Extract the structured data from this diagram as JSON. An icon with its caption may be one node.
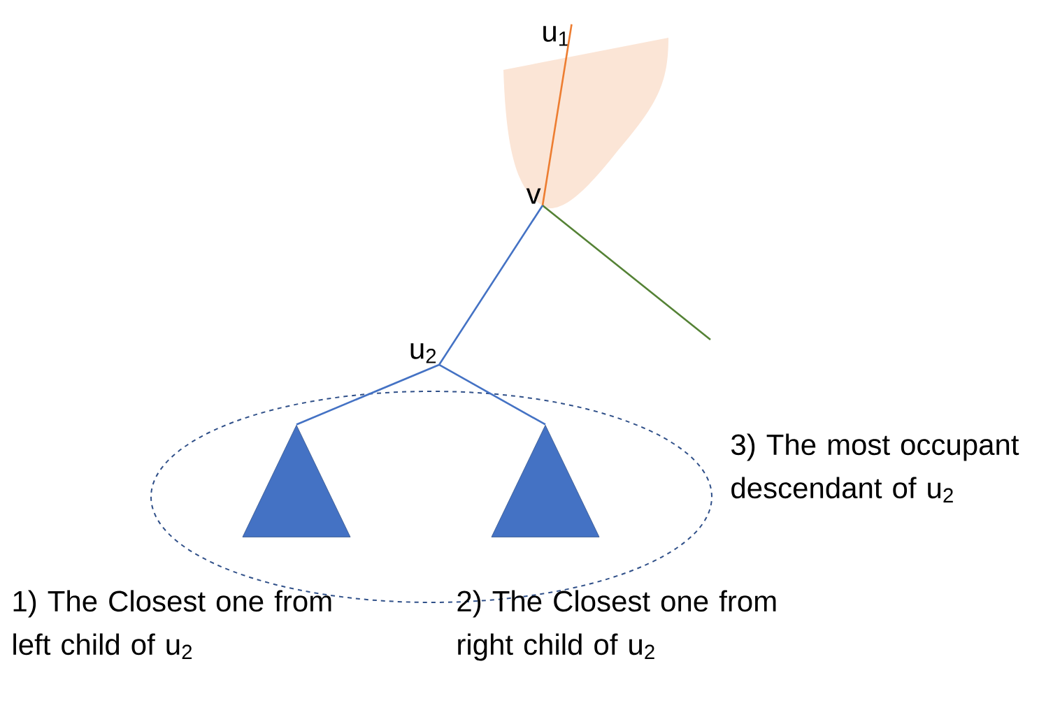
{
  "diagram": {
    "nodes": [
      {
        "text": [
          "u$_{1}$"
        ]
      },
      {
        "text": [
          "v"
        ]
      },
      {
        "text": [
          "u$_{2}$"
        ]
      },
      {
        "text": [],
        "shape": "ellipse",
        "beside": [
          "3) The most occupant descendant of u$_{2}$"
        ]
      },
      {
        "text": [],
        "shape": "triangle",
        "in": 3,
        "beside": [
          "1) The Closest one from left child of u$_{2}$"
        ]
      },
      {
        "text": [],
        "shape": "triangle",
        "in": 3,
        "beside": [
          "2) The Closest one from right child of u$_{2}$"
        ]
      }
    ],
    "edges": [
      {
        "from": 1,
        "to": 0,
        "arrow": "none",
        "color": "#ed7d31"
      },
      {
        "from": 1,
        "to": null,
        "arrow": "none",
        "color": "#548235"
      },
      {
        "from": 1,
        "to": 2,
        "arrow": "none"
      },
      {
        "from": 2,
        "to": 4,
        "arrow": "none"
      },
      {
        "from": 2,
        "to": 5,
        "arrow": "none"
      }
    ]
  }
}
